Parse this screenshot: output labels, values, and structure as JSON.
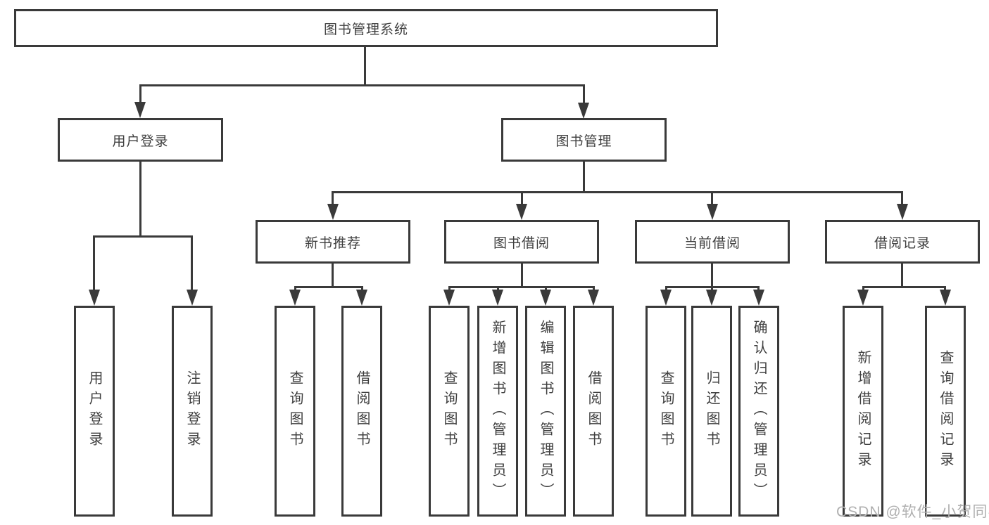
{
  "tree": {
    "root": {
      "label": "图书管理系统"
    },
    "userLogin": {
      "label": "用户登录",
      "children": {
        "login": "用户登录",
        "logout": "注销登录"
      }
    },
    "bookMgmt": {
      "label": "图书管理"
    },
    "newBookRec": {
      "label": "新书推荐",
      "children": {
        "query": "查询图书",
        "borrow": "借阅图书"
      }
    },
    "bookBorrow": {
      "label": "图书借阅",
      "children": {
        "query": "查询图书",
        "add": "新增图书（管理员）",
        "edit": "编辑图书（管理员）",
        "borrow": "借阅图书"
      }
    },
    "currentBorrow": {
      "label": "当前借阅",
      "children": {
        "query": "查询图书",
        "return": "归还图书",
        "confirm": "确认归还（管理员）"
      }
    },
    "borrowRecord": {
      "label": "借阅记录",
      "children": {
        "add": "新增借阅记录",
        "query": "查询借阅记录"
      }
    }
  },
  "watermark": {
    "text": "CSDN @软件_小贺同学"
  },
  "colors": {
    "line": "#3a3a3a",
    "text": "#3f3f3f",
    "watermark": "#b0b0b0",
    "background": "#ffffff"
  }
}
